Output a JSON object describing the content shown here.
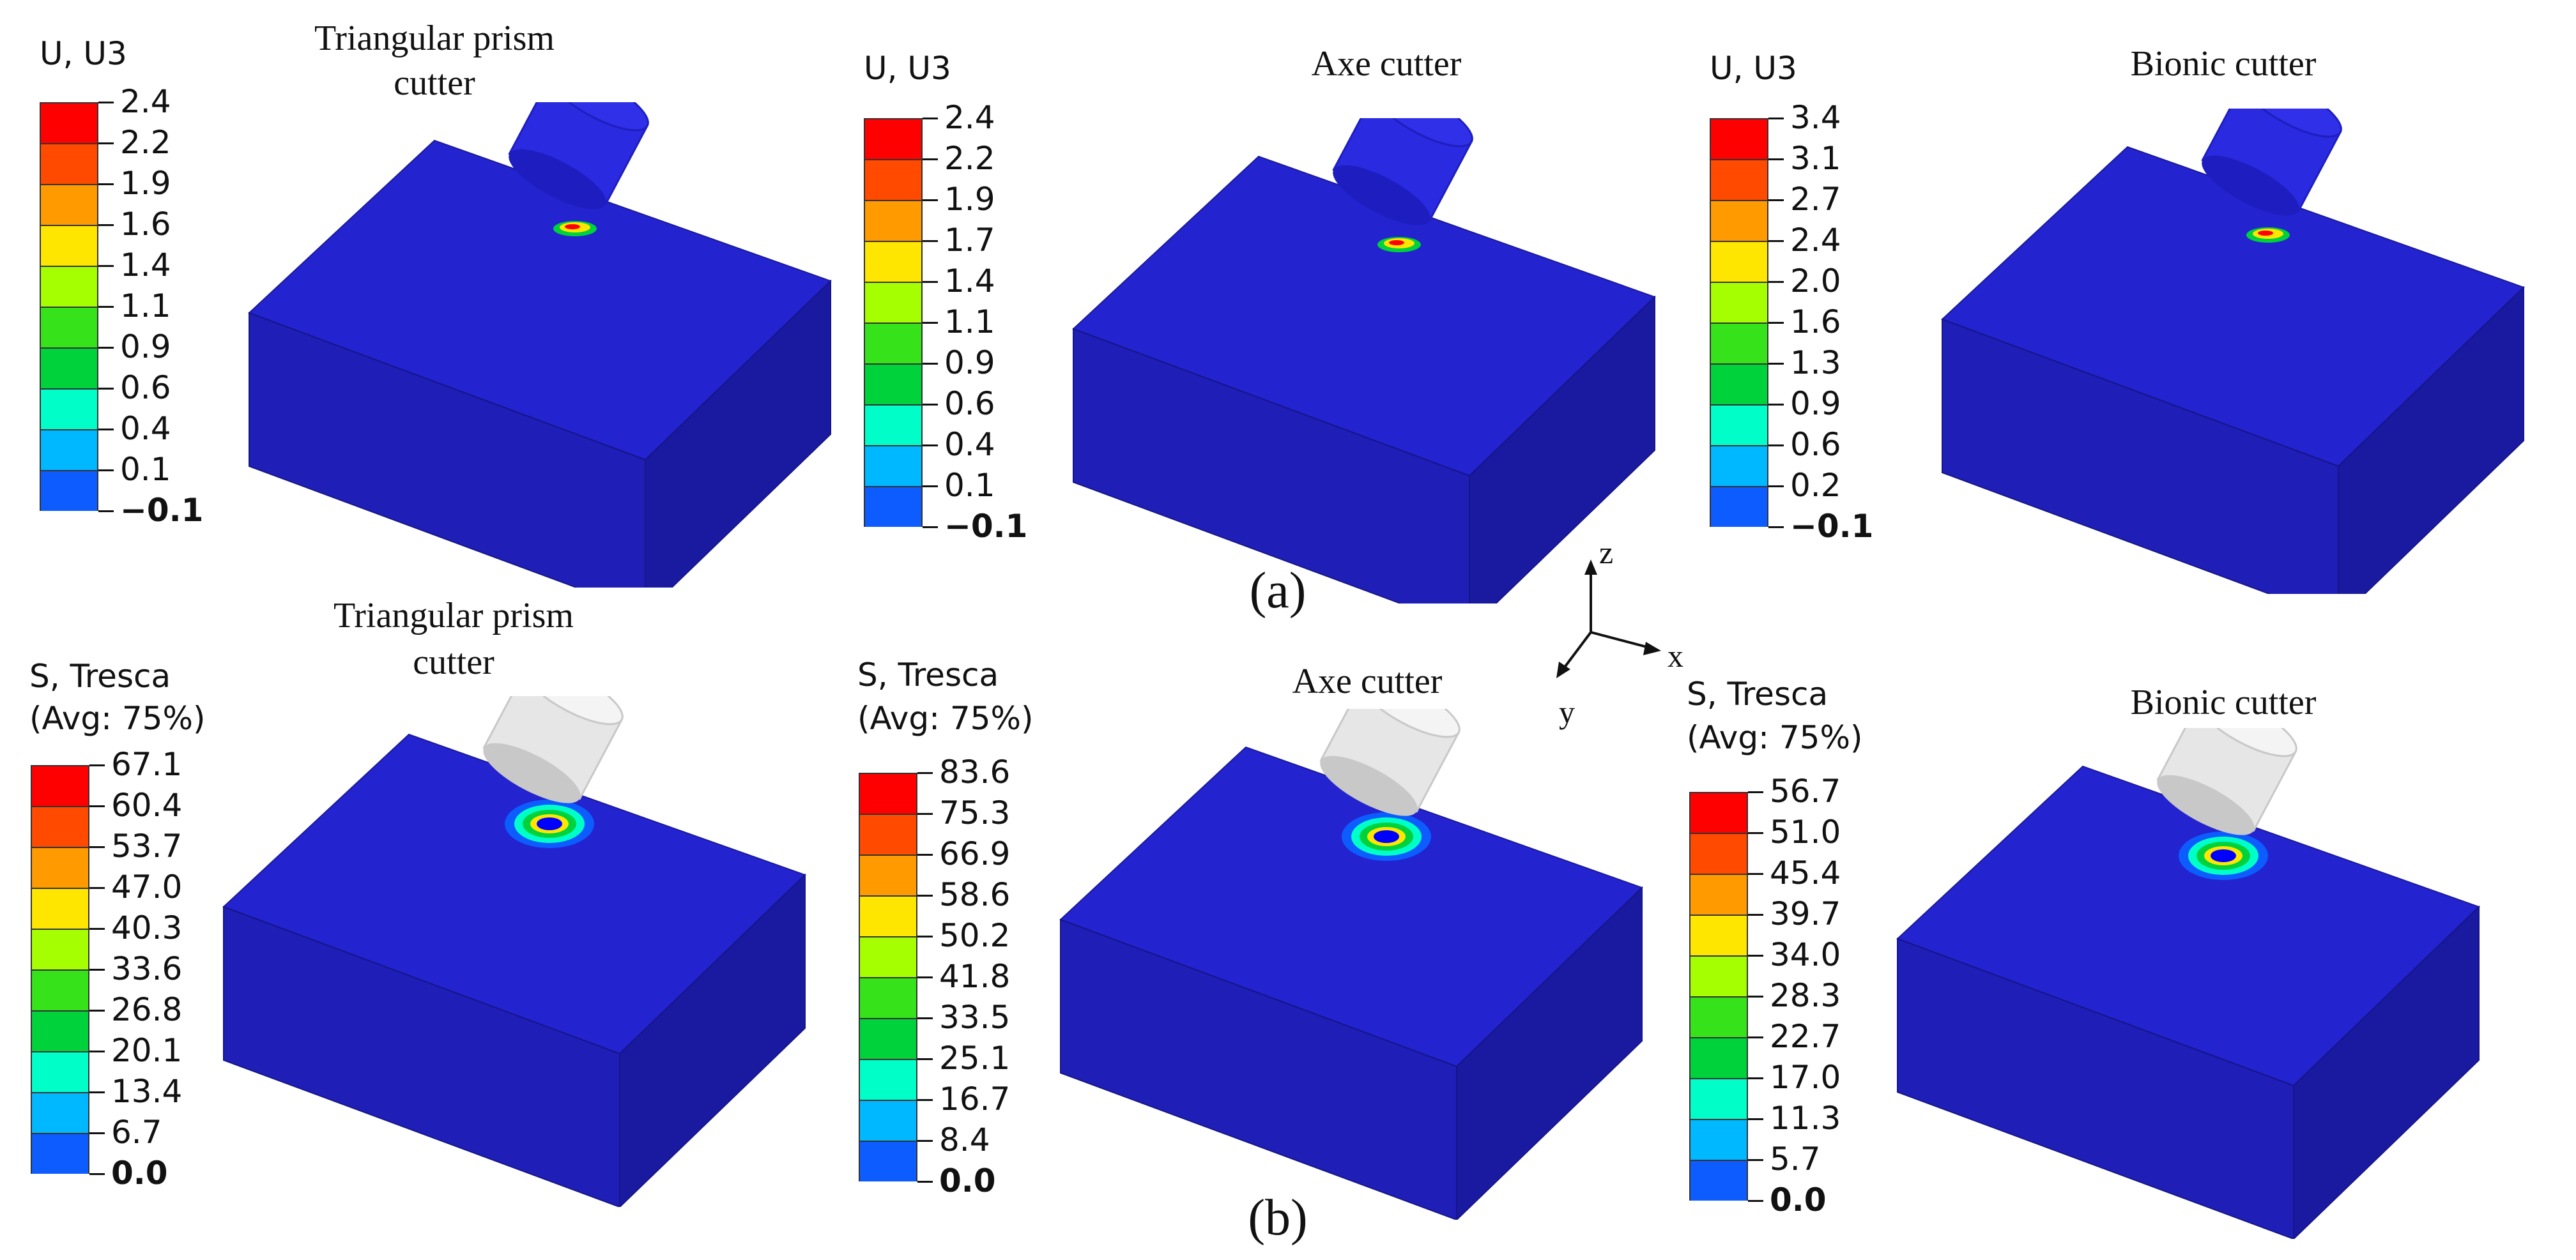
{
  "colors": {
    "workpiece_top": "#2323d0",
    "workpiece_front": "#1f1fb8",
    "workpiece_side": "#1a1aa0",
    "cutter_blue": "#2a2ae0",
    "cutter_grey": "#e6e6e6",
    "contour": [
      "#0000ff",
      "#0c5cff",
      "#00b8ff",
      "#00ffc8",
      "#00d23c",
      "#36e21a",
      "#a6ff00",
      "#ffe600",
      "#ff9a00",
      "#ff4a00",
      "#ff0000"
    ]
  },
  "panel_a": {
    "label": "(a)",
    "views": [
      {
        "title_lines": [
          "Triangular prism",
          "cutter"
        ],
        "legend_title_lines": [
          "U, U3"
        ],
        "ticks": [
          "2.4",
          "2.2",
          "1.9",
          "1.6",
          "1.4",
          "1.1",
          "0.9",
          "0.6",
          "0.4",
          "0.1",
          "−0.1"
        ],
        "cutter": "blue"
      },
      {
        "title_lines": [
          "Axe cutter"
        ],
        "legend_title_lines": [
          "U, U3"
        ],
        "ticks": [
          "2.4",
          "2.2",
          "1.9",
          "1.7",
          "1.4",
          "1.1",
          "0.9",
          "0.6",
          "0.4",
          "0.1",
          "−0.1"
        ],
        "cutter": "blue"
      },
      {
        "title_lines": [
          "Bionic cutter"
        ],
        "legend_title_lines": [
          "U, U3"
        ],
        "ticks": [
          "3.4",
          "3.1",
          "2.7",
          "2.4",
          "2.0",
          "1.6",
          "1.3",
          "0.9",
          "0.6",
          "0.2",
          "−0.1"
        ],
        "cutter": "blue"
      }
    ]
  },
  "panel_b": {
    "label": "(b)",
    "views": [
      {
        "title_lines": [
          "Triangular prism",
          "cutter"
        ],
        "legend_title_lines": [
          "S, Tresca",
          "(Avg: 75%)"
        ],
        "ticks": [
          "67.1",
          "60.4",
          "53.7",
          "47.0",
          "40.3",
          "33.6",
          "26.8",
          "20.1",
          "13.4",
          "6.7",
          "0.0"
        ],
        "cutter": "grey"
      },
      {
        "title_lines": [
          "Axe cutter"
        ],
        "legend_title_lines": [
          "S, Tresca",
          "(Avg: 75%)"
        ],
        "ticks": [
          "83.6",
          "75.3",
          "66.9",
          "58.6",
          "50.2",
          "41.8",
          "33.5",
          "25.1",
          "16.7",
          "8.4",
          "0.0"
        ],
        "cutter": "grey"
      },
      {
        "title_lines": [
          "Bionic cutter"
        ],
        "legend_title_lines": [
          "S, Tresca",
          "(Avg: 75%)"
        ],
        "ticks": [
          "56.7",
          "51.0",
          "45.4",
          "39.7",
          "34.0",
          "28.3",
          "22.7",
          "17.0",
          "11.3",
          "5.7",
          "0.0"
        ],
        "cutter": "grey"
      }
    ]
  },
  "axes": {
    "z": "z",
    "x": "x",
    "y": "y"
  }
}
